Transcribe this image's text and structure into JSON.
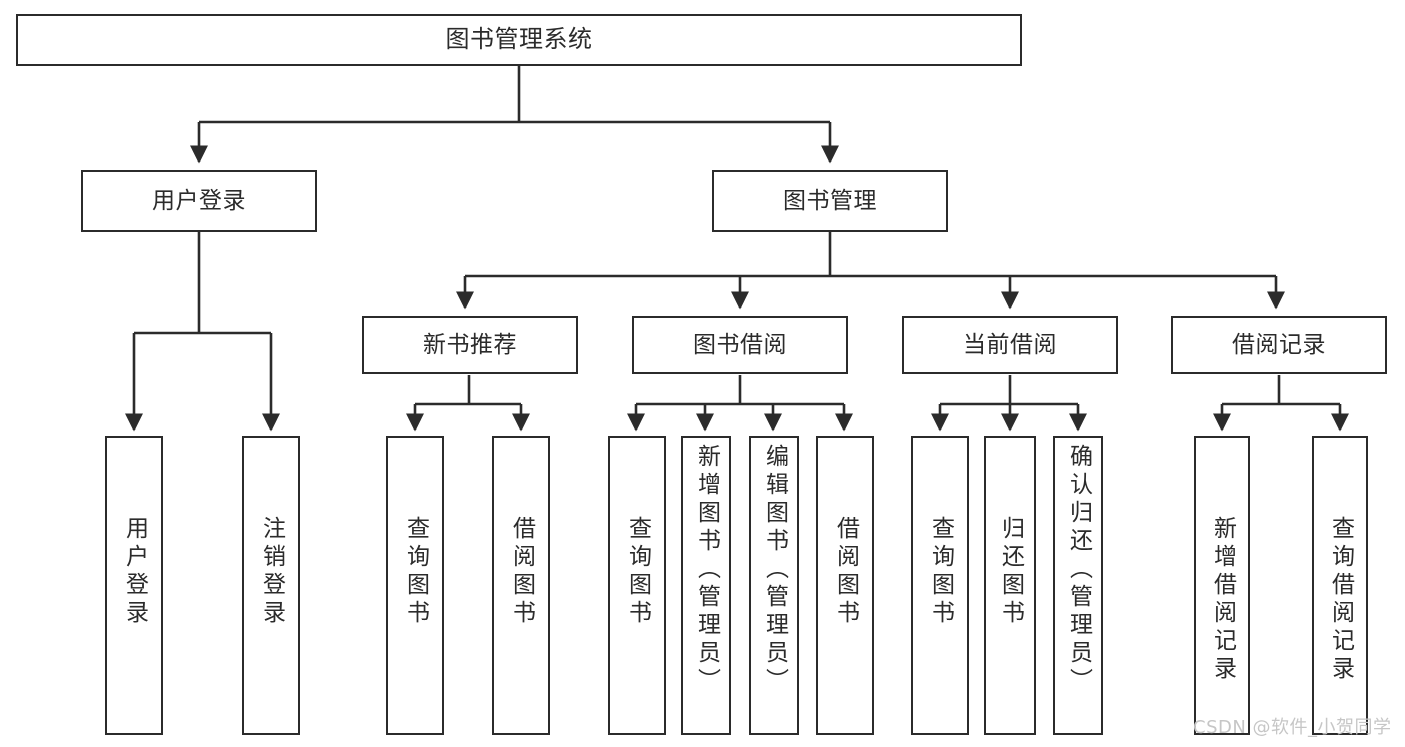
{
  "diagram": {
    "title": "图书管理系统",
    "type": "tree-hierarchy",
    "colors": {
      "box_border": "#2b2b2b",
      "box_fill": "#ffffff",
      "connector": "#2b2b2b",
      "text": "#2b2b2b",
      "watermark": "#c6c6c6",
      "background": "#ffffff"
    }
  },
  "watermark": {
    "text": "CSDN @软件_小贺同学"
  },
  "nodes": {
    "root": {
      "label": "图书管理系统"
    },
    "level1": [
      {
        "label": "用户登录"
      },
      {
        "label": "图书管理"
      }
    ],
    "level2": [
      {
        "label": "新书推荐"
      },
      {
        "label": "图书借阅"
      },
      {
        "label": "当前借阅"
      },
      {
        "label": "借阅记录"
      }
    ],
    "leaves": {
      "user_login": [
        {
          "label": "用户登录"
        },
        {
          "label": "注销登录"
        }
      ],
      "new_book_recommend": [
        {
          "label": "查询图书"
        },
        {
          "label": "借阅图书"
        }
      ],
      "book_borrow": [
        {
          "label": "查询图书"
        },
        {
          "label": "新增图书（管理员）"
        },
        {
          "label": "编辑图书（管理员）"
        },
        {
          "label": "借阅图书"
        }
      ],
      "current_borrow": [
        {
          "label": "查询图书"
        },
        {
          "label": "归还图书"
        },
        {
          "label": "确认归还（管理员）"
        }
      ],
      "borrow_record": [
        {
          "label": "新增借阅记录"
        },
        {
          "label": "查询借阅记录"
        }
      ]
    }
  }
}
